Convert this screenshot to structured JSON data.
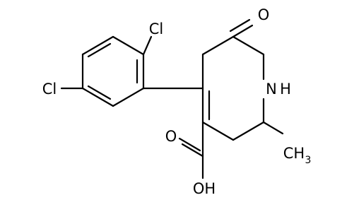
{
  "molecule": {
    "atoms": {
      "cl_top": "Cl",
      "cl_left": "Cl",
      "oxygen_carbonyl": "O",
      "nh_n": "N",
      "nh_h": "H",
      "oh": "OH",
      "o_acid": "O",
      "methyl_ch": "CH",
      "methyl_sub": "3"
    }
  }
}
